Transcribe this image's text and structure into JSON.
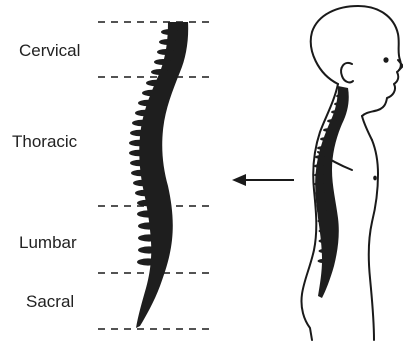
{
  "regions": {
    "cervical": "Cervical",
    "thoracic": "Thoracic",
    "lumbar": "Lumbar",
    "sacral": "Sacral"
  },
  "colors": {
    "spine": "#1e1e1e",
    "outline": "#1a1a1a",
    "text": "#222222",
    "background": "#ffffff"
  },
  "icons": {
    "arrow": "left-arrow-icon",
    "figure": "human-profile-figure"
  }
}
